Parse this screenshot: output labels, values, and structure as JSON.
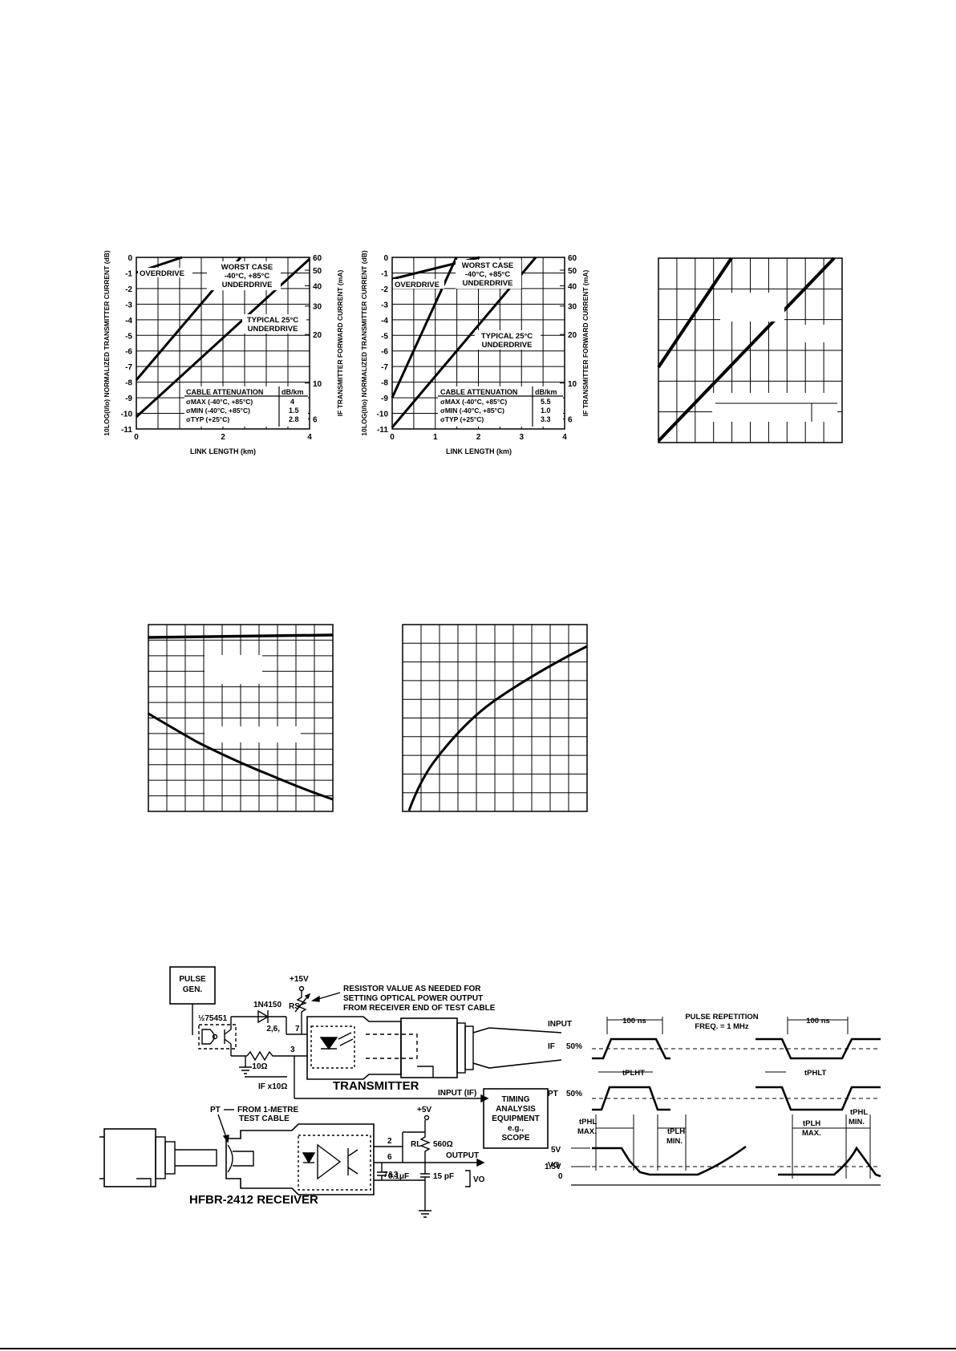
{
  "charts": {
    "left": {
      "ylabel": "10LOG(I/Io) NORMALIZED TRANSMITTER CURRENT (dB)",
      "y2label": "IF TRANSMITTER FORWARD CURRENT (mA)",
      "xlabel": "LINK LENGTH (km)",
      "yticks": [
        "0",
        "-1",
        "-2",
        "-3",
        "-4",
        "-5",
        "-6",
        "-7",
        "-8",
        "-9",
        "-10",
        "-11"
      ],
      "xticks": [
        "0",
        "2",
        "4"
      ],
      "y2ticks": [
        "60",
        "50",
        "40",
        "30",
        "20",
        "10",
        "6"
      ],
      "labels": {
        "overdrive": "OVERDRIVE",
        "worst1": "WORST CASE",
        "worst2": "-40°C, +85°C",
        "worst3": "UNDERDRIVE",
        "typ1": "TYPICAL 25°C",
        "typ2": "UNDERDRIVE"
      },
      "table": {
        "h1": "CABLE ATTENUATION",
        "h2": "dB/km",
        "r1": "σMAX (-40°C, +85°C)",
        "v1": "4",
        "r2": "σMIN (-40°C, +85°C)",
        "v2": "1.5",
        "r3": "σTYP (+25°C)",
        "v3": "2.8"
      }
    },
    "mid": {
      "ylabel": "10LOG(I/Io) NORMALIZED TRANSMITTER CURRENT (dB)",
      "y2label": "IF TRANSMITTER FORWARD CURRENT (mA)",
      "xlabel": "LINK LENGTH (km)",
      "yticks": [
        "0",
        "-1",
        "-2",
        "-3",
        "-4",
        "-5",
        "-6",
        "-7",
        "-8",
        "-9",
        "-10",
        "-11"
      ],
      "xticks": [
        "0",
        "1",
        "2",
        "3",
        "4"
      ],
      "y2ticks": [
        "60",
        "50",
        "40",
        "30",
        "20",
        "10",
        "6"
      ],
      "labels": {
        "overdrive": "OVERDRIVE",
        "worst1": "WORST CASE",
        "worst2": "-40°C, +85°C",
        "worst3": "UNDERDRIVE",
        "typ1": "TYPICAL 25°C",
        "typ2": "UNDERDRIVE"
      },
      "table": {
        "h1": "CABLE ATTENUATION",
        "h2": "dB/km",
        "r1": "σMAX (-40°C, +85°C)",
        "v1": "5.5",
        "r2": "σMIN (-40°C, +85°C)",
        "v2": "1.0",
        "r3": "σTYP (+25°C)",
        "v3": "3.3"
      }
    }
  },
  "circuit": {
    "pulse1": "PULSE",
    "pulse2": "GEN.",
    "ic": "½75451",
    "diode": "1N4150",
    "v15": "+15V",
    "rs": "RS",
    "note1": "RESISTOR VALUE AS NEEDED FOR",
    "note2": "SETTING OPTICAL POWER OUTPUT",
    "note3": "FROM RECEIVER END OF TEST CABLE",
    "pin27": "2,6,",
    "pin7": "7",
    "pin3": "3",
    "r10": "10Ω",
    "if10": "IF x10Ω",
    "transmitter": "TRANSMITTER",
    "input_if": "INPUT (IF)",
    "timing1": "TIMING",
    "timing2": "ANALYSIS",
    "timing3": "EQUIPMENT",
    "timing4": "e.g.,",
    "timing5": "SCOPE",
    "pt": "PT",
    "from1": "FROM 1-METRE",
    "from2": "TEST CABLE",
    "v5": "+5V",
    "rl": "RL",
    "r560": "560Ω",
    "pin2": "2",
    "pin6": "6",
    "pin73": "7&3",
    "output": "OUTPUT",
    "c01": "0.1μF",
    "c15": "15 pF",
    "vo": "VO",
    "receiver": "HFBR-2412 RECEIVER"
  },
  "timing": {
    "input": "INPUT",
    "if": "IF",
    "pt": "PT",
    "vo": "VO",
    "p50a": "50%",
    "p50b": "50%",
    "v5": "5V",
    "v15": "1.5V",
    "v0": "0",
    "ns1": "100 ns",
    "ns2": "100 ns",
    "rep1": "PULSE REPETITION",
    "rep2": "FREQ. = 1 MHz",
    "tplht": "tPLHT",
    "tphlt": "tPHLT",
    "tphl_max": "tPHL",
    "tphl_max2": "MAX.",
    "tplh_min": "tPLH",
    "tplh_min2": "MIN.",
    "tplh_max": "tPLH",
    "tplh_max2": "MAX.",
    "tphl_min": "tPHL",
    "tphl_min2": "MIN."
  }
}
